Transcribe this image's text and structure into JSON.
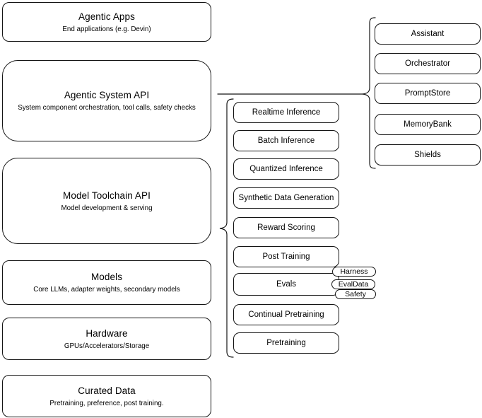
{
  "left_stack": [
    {
      "title": "Agentic Apps",
      "subtitle": "End applications (e.g. Devin)"
    },
    {
      "title": "Agentic System API",
      "subtitle": "System component orchestration, tool calls, safety checks"
    },
    {
      "title": "Model Toolchain API",
      "subtitle": "Model development & serving"
    },
    {
      "title": "Models",
      "subtitle": "Core LLMs, adapter weights, secondary models"
    },
    {
      "title": "Hardware",
      "subtitle": "GPUs/Accelerators/Storage"
    },
    {
      "title": "Curated Data",
      "subtitle": "Pretraining, preference, post training."
    }
  ],
  "toolchain_items": [
    "Realtime Inference",
    "Batch Inference",
    "Quantized Inference",
    "Synthetic Data Generation",
    "Reward Scoring",
    "Post Training",
    "Evals",
    "Continual Pretraining",
    "Pretraining"
  ],
  "evals_tags": [
    "Harness",
    "EvalData",
    "Safety"
  ],
  "system_components": [
    "Assistant",
    "Orchestrator",
    "PromptStore",
    "MemoryBank",
    "Shields"
  ],
  "colors": {
    "stroke": "#141414",
    "fill": "#ffffff",
    "background": "#ffffff",
    "text": "#000000"
  }
}
